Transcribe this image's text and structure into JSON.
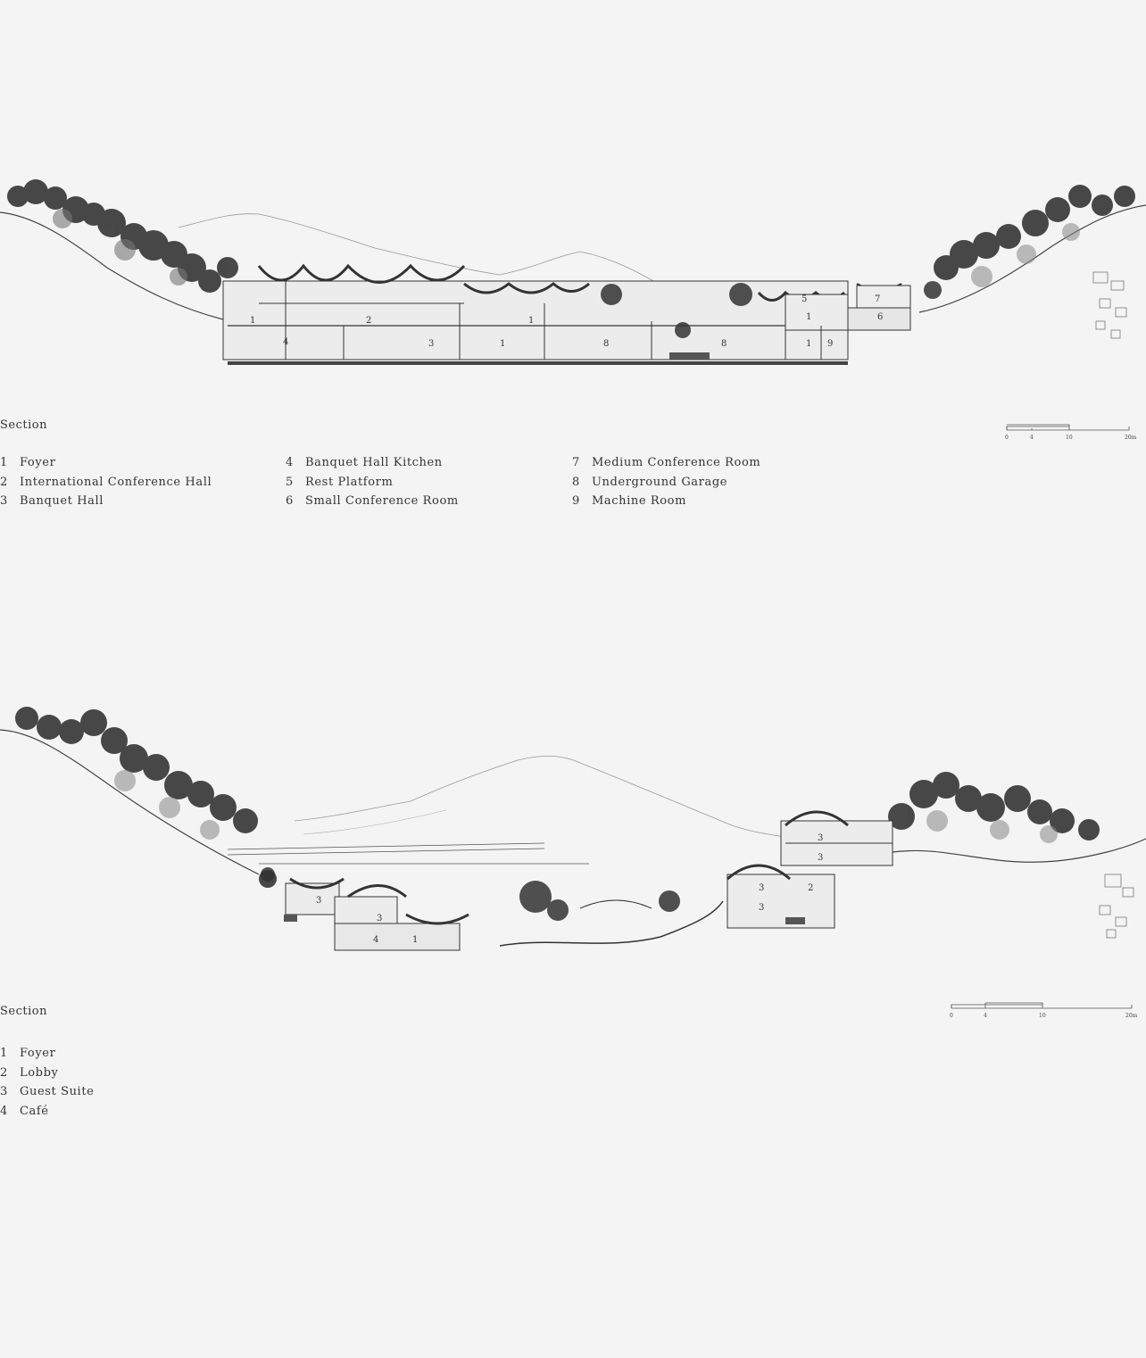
{
  "sections": [
    {
      "title": "Section",
      "scale": {
        "ticks": [
          "0",
          "4",
          "10",
          "20m"
        ]
      },
      "room_labels": [
        "1",
        "2",
        "3",
        "4",
        "1",
        "1",
        "8",
        "8",
        "1",
        "9",
        "1",
        "5",
        "6",
        "7"
      ],
      "legend": [
        {
          "num": "1",
          "label": "Foyer"
        },
        {
          "num": "2",
          "label": "International Conference Hall"
        },
        {
          "num": "3",
          "label": "Banquet Hall"
        },
        {
          "num": "4",
          "label": "Banquet Hall Kitchen"
        },
        {
          "num": "5",
          "label": "Rest Platform"
        },
        {
          "num": "6",
          "label": "Small Conference Room"
        },
        {
          "num": "7",
          "label": "Medium Conference Room"
        },
        {
          "num": "8",
          "label": "Underground Garage"
        },
        {
          "num": "9",
          "label": "Machine Room"
        }
      ]
    },
    {
      "title": "Section",
      "scale": {
        "ticks": [
          "0",
          "4",
          "10",
          "20m"
        ]
      },
      "room_labels": [
        "3",
        "3",
        "4",
        "1",
        "3",
        "3",
        "3",
        "2",
        "3"
      ],
      "legend": [
        {
          "num": "1",
          "label": "Foyer"
        },
        {
          "num": "2",
          "label": "Lobby"
        },
        {
          "num": "3",
          "label": "Guest Suite"
        },
        {
          "num": "4",
          "label": "Café"
        }
      ]
    }
  ]
}
